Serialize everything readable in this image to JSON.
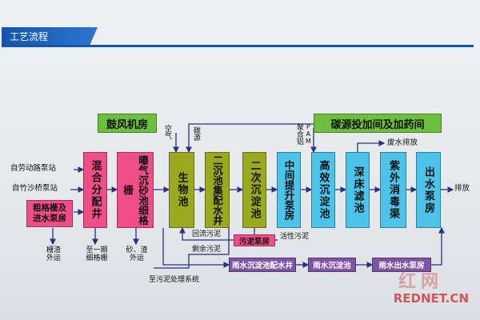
{
  "title": "工艺流程",
  "colors": {
    "green": "#6dbf3e",
    "pink": "#ef4e86",
    "olive": "#9aa91e",
    "purple": "#7f53a6",
    "cyan": "#4cc3e8",
    "arrow": "#2a2f86"
  },
  "inputs": [
    "自劳动路泵站",
    "自竹沙桥泵站"
  ],
  "units": {
    "blower": "鼓风机房",
    "carbon": "碳源投加间及加药间",
    "coarse": "粗格栅及进水泵房",
    "mixing": "混合分配井",
    "fine": "曝气沉砂池细格栅",
    "bio": "生物池",
    "sec_well": "二沉池集配水井",
    "sec_clar": "二次沉淀池",
    "lift": "中间提升泵房",
    "hes": "高效沉淀池",
    "deep": "深床滤池",
    "uv": "紫外消毒渠",
    "out_pump": "出水泵房",
    "sludge_pump": "污泥泵房",
    "rain_well": "雨水沉淀池配水井",
    "rain_clar": "雨水沉淀池",
    "rain_pump": "雨水出水泵房"
  },
  "labels": {
    "air": "空气",
    "carbon_src": "碳源",
    "pac": "聚合铝",
    "pam": "PAM",
    "backwash": "废水排放",
    "discharge": "排放",
    "return_sludge": "回流污泥",
    "active_sludge": "活性污泥",
    "excess_sludge": "剩余污泥",
    "to_sludge_sys": "至污泥处理系统",
    "screen_out": "栅渣外运",
    "to_phase1": "至一期细格栅",
    "grit_out": "砂、渣外运"
  },
  "watermark": {
    "cn": "红网",
    "en": "REDNET.CN"
  }
}
